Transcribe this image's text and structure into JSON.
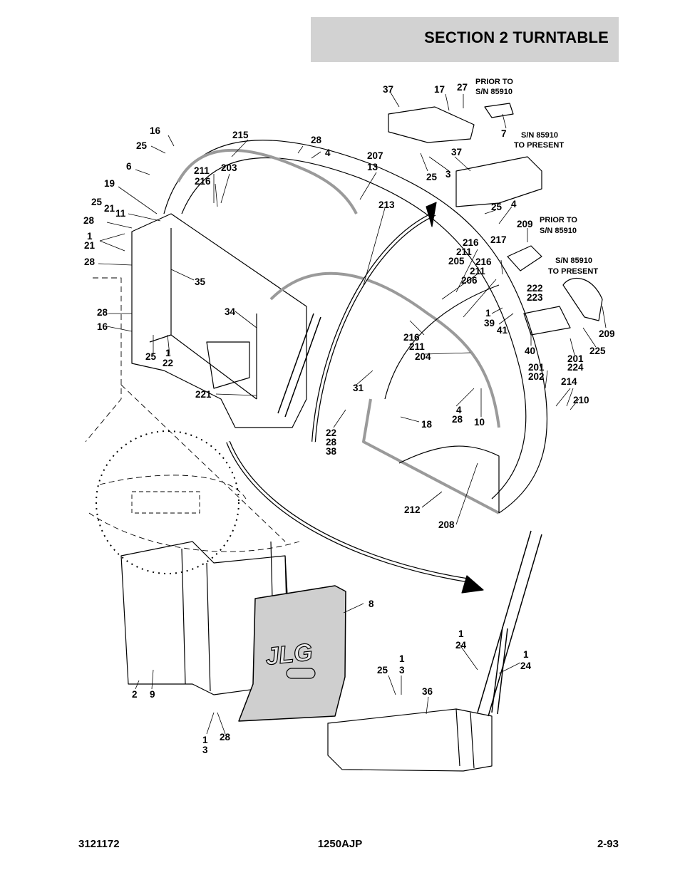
{
  "header": {
    "title": "SECTION 2   TURNTABLE"
  },
  "footer": {
    "left": "3121172",
    "center": "1250AJP",
    "right": "2-93"
  },
  "brand": {
    "logo_text": "JLG"
  },
  "notes": {
    "prior_to_1_a": "PRIOR TO",
    "prior_to_1_b": "S/N 85910",
    "present_1_a": "S/N 85910",
    "present_1_b": "TO PRESENT",
    "prior_to_2_a": "PRIOR TO",
    "prior_to_2_b": "S/N 85910",
    "present_2_a": "S/N 85910",
    "present_2_b": "TO PRESENT"
  },
  "callouts": [
    "16",
    "25",
    "6",
    "19",
    "25",
    "21",
    "11",
    "28",
    "1",
    "21",
    "28",
    "35",
    "34",
    "28",
    "16",
    "25",
    "1",
    "22",
    "221",
    "215",
    "211",
    "216",
    "203",
    "28",
    "4",
    "207",
    "13",
    "213",
    "37",
    "17",
    "27",
    "7",
    "37",
    "25",
    "3",
    "25",
    "4",
    "209",
    "216",
    "211",
    "205",
    "216",
    "211",
    "206",
    "217",
    "209",
    "222",
    "223",
    "1",
    "39",
    "41",
    "40",
    "201",
    "224",
    "225",
    "201",
    "202",
    "214",
    "210",
    "216",
    "211",
    "204",
    "31",
    "4",
    "28",
    "10",
    "18",
    "22",
    "28",
    "38",
    "212",
    "208",
    "8",
    "2",
    "9",
    "1",
    "3",
    "28",
    "1",
    "24",
    "1",
    "24",
    "25",
    "1",
    "3",
    "36"
  ]
}
